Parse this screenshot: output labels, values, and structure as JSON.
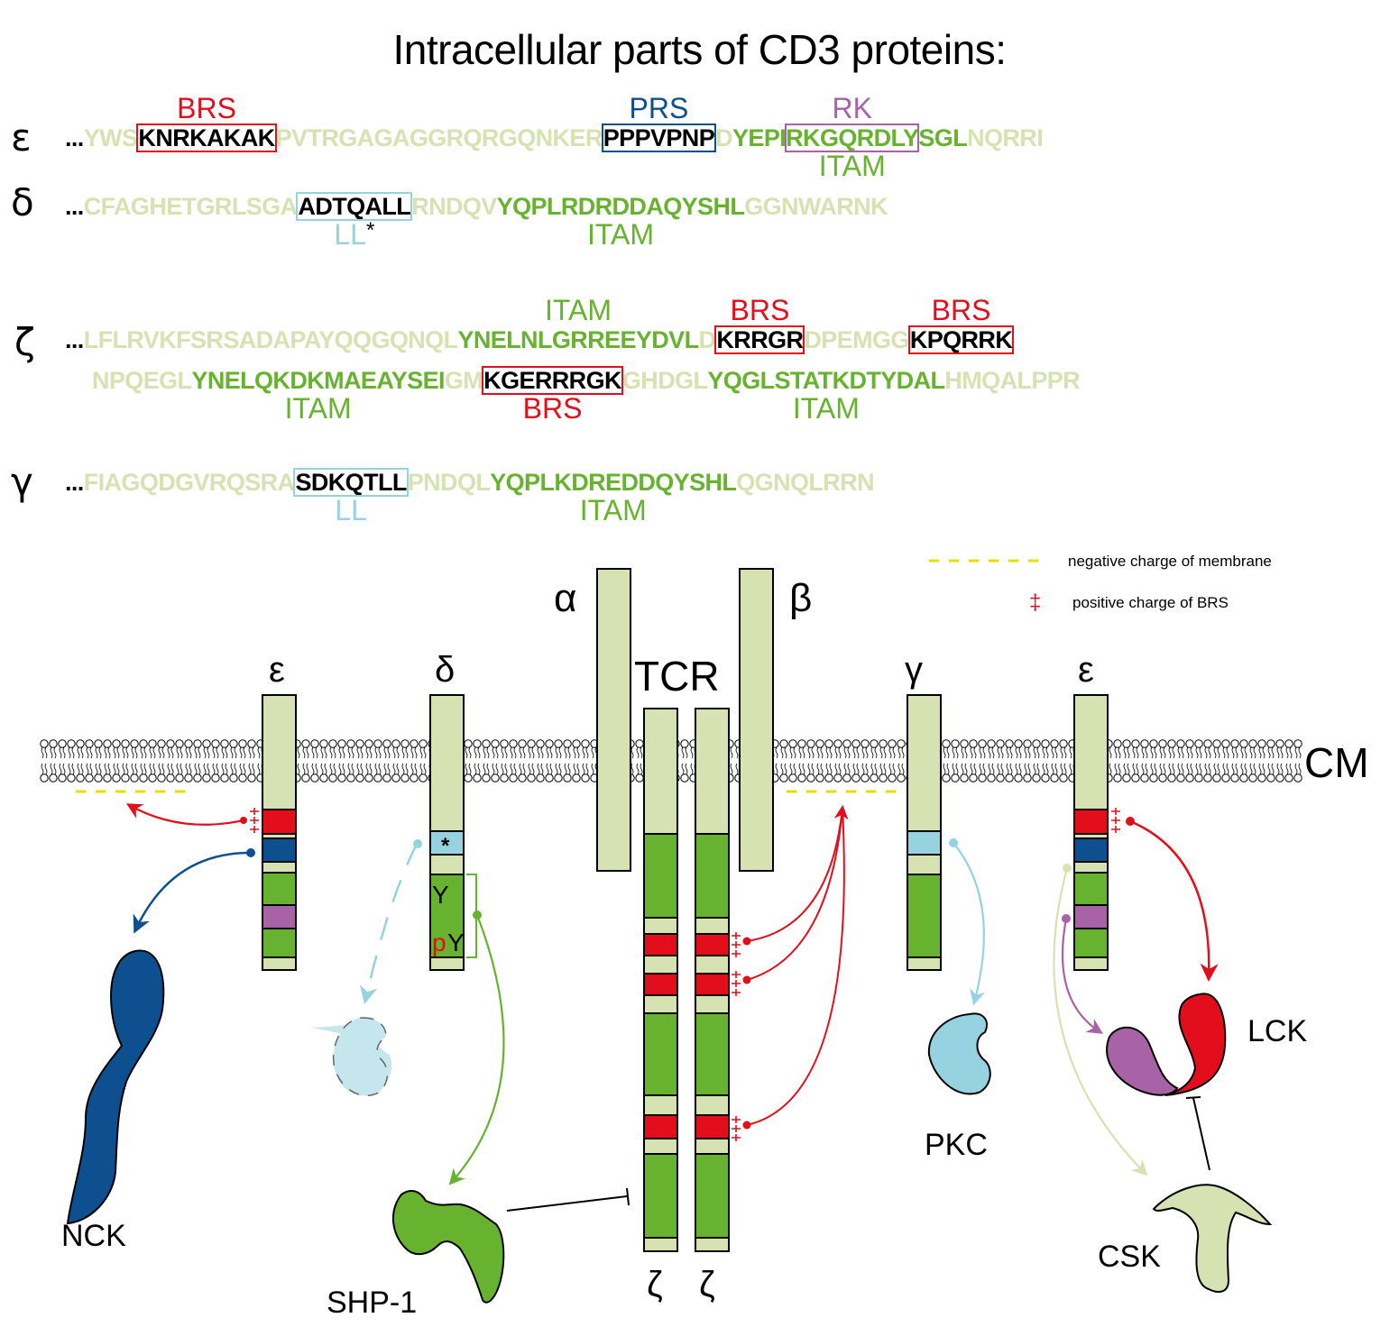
{
  "title": "Intracellular parts of CD3 proteins:",
  "colors": {
    "brs": "#e30e1b",
    "prs": "#0d4f8f",
    "rk": "#a862a6",
    "ll": "#96d2e0",
    "itam": "#67b22e",
    "dim": "#d7e2b2",
    "membrane_negative": "#e5de00"
  },
  "sequences": [
    {
      "chain": "ε",
      "line": 0,
      "segments": [
        {
          "text": "...",
          "type": "dots"
        },
        {
          "text": "YWS",
          "type": "dim"
        },
        {
          "text": "KNRKAKAK",
          "type": "motif",
          "box": "brs"
        },
        {
          "text": "PVTRGAGAGGRQRGQNKER",
          "type": "dim"
        },
        {
          "text": "PPPVPNP",
          "type": "motif",
          "box": "prs"
        },
        {
          "text": "D",
          "type": "dim"
        },
        {
          "text": "YEPI",
          "type": "bright"
        },
        {
          "text": "RKGQRDLY",
          "type": "bright",
          "box": "rk"
        },
        {
          "text": "SGL",
          "type": "bright"
        },
        {
          "text": "NQRRI",
          "type": "dim"
        }
      ],
      "annotations": [
        {
          "label": "BRS",
          "color": "brs",
          "pos": "above",
          "segment": 2
        },
        {
          "label": "PRS",
          "color": "prs",
          "pos": "above",
          "segment": 4
        },
        {
          "label": "RK",
          "color": "rk",
          "pos": "above",
          "segment": 7
        },
        {
          "label": "ITAM",
          "color": "itam",
          "pos": "below",
          "segment": 7
        }
      ]
    },
    {
      "chain": "δ",
      "line": 0,
      "segments": [
        {
          "text": "...",
          "type": "dots"
        },
        {
          "text": "CFAGHETGRLSGA",
          "type": "dim"
        },
        {
          "text": "ADTQALL",
          "type": "motif",
          "box": "ll"
        },
        {
          "text": "RNDQV",
          "type": "dim"
        },
        {
          "text": "YQPLRDRDDAQYSHL",
          "type": "bright"
        },
        {
          "text": "GGNWARNK",
          "type": "dim"
        }
      ],
      "annotations": [
        {
          "label": "LL",
          "suffix": "*",
          "color": "ll",
          "pos": "below",
          "segment": 2
        },
        {
          "label": "ITAM",
          "color": "itam",
          "pos": "below",
          "segment": 4
        }
      ]
    },
    {
      "chain": "ζ",
      "line": 0,
      "segments": [
        {
          "text": "...",
          "type": "dots"
        },
        {
          "text": "LFLRVKFSRSADAPAYQQGQNQL",
          "type": "dim"
        },
        {
          "text": "YNELNLGRREEYDVL",
          "type": "bright"
        },
        {
          "text": "D",
          "type": "dim"
        },
        {
          "text": "KRRGR",
          "type": "motif",
          "box": "brs"
        },
        {
          "text": "DPEMGG",
          "type": "dim"
        },
        {
          "text": "KPQRRK",
          "type": "motif",
          "box": "brs"
        }
      ],
      "annotations": [
        {
          "label": "ITAM",
          "color": "itam",
          "pos": "above",
          "segment": 2
        },
        {
          "label": "BRS",
          "color": "brs",
          "pos": "above",
          "segment": 4
        },
        {
          "label": "BRS",
          "color": "brs",
          "pos": "above",
          "segment": 6
        }
      ]
    },
    {
      "chain": "",
      "line": 1,
      "segments": [
        {
          "text": "NPQEGL",
          "type": "dim"
        },
        {
          "text": "YNELQKDKMAEAYSEI",
          "type": "bright"
        },
        {
          "text": "GM",
          "type": "dim"
        },
        {
          "text": "KGERRRGK",
          "type": "motif",
          "box": "brs"
        },
        {
          "text": "GHDGL",
          "type": "dim"
        },
        {
          "text": "YQGLSTATKDTYDAL",
          "type": "bright"
        },
        {
          "text": "HMQALPPR",
          "type": "dim"
        }
      ],
      "annotations": [
        {
          "label": "ITAM",
          "color": "itam",
          "pos": "below",
          "segment": 1
        },
        {
          "label": "BRS",
          "color": "brs",
          "pos": "below",
          "segment": 3
        },
        {
          "label": "ITAM",
          "color": "itam",
          "pos": "below",
          "segment": 5
        }
      ]
    },
    {
      "chain": "γ",
      "line": 0,
      "segments": [
        {
          "text": "...",
          "type": "dots"
        },
        {
          "text": "FIAGQDGVRQSRA",
          "type": "dim"
        },
        {
          "text": "SDKQTLL",
          "type": "motif",
          "box": "ll"
        },
        {
          "text": "PNDQL",
          "type": "dim"
        },
        {
          "text": "YQPLKDREDDQYSHL",
          "type": "bright"
        },
        {
          "text": "QGNQLRRN",
          "type": "dim"
        }
      ],
      "annotations": [
        {
          "label": "LL",
          "color": "ll",
          "pos": "below",
          "segment": 2
        },
        {
          "label": "ITAM",
          "color": "itam",
          "pos": "below",
          "segment": 4
        }
      ]
    }
  ],
  "legend": {
    "negative_charge": "negative charge of membrane",
    "positive_charge": "positive charge of BRS",
    "positive_glyph": "‡"
  },
  "diagram": {
    "membrane_label": "CM",
    "tcr_label": "TCR",
    "alpha_label": "α",
    "beta_label": "β",
    "chains": {
      "epsilon_left": "ε",
      "delta": "δ",
      "gamma": "γ",
      "epsilon_right": "ε",
      "zeta_left": "ζ",
      "zeta_right": "ζ"
    },
    "delta_marks": {
      "asterisk": "*",
      "y": "Y",
      "py_p": "p",
      "py_y": "Y"
    },
    "proteins": {
      "nck": "NCK",
      "shp1": "SHP-1",
      "pkc": "PKC",
      "lck": "LCK",
      "csk": "CSK"
    }
  }
}
